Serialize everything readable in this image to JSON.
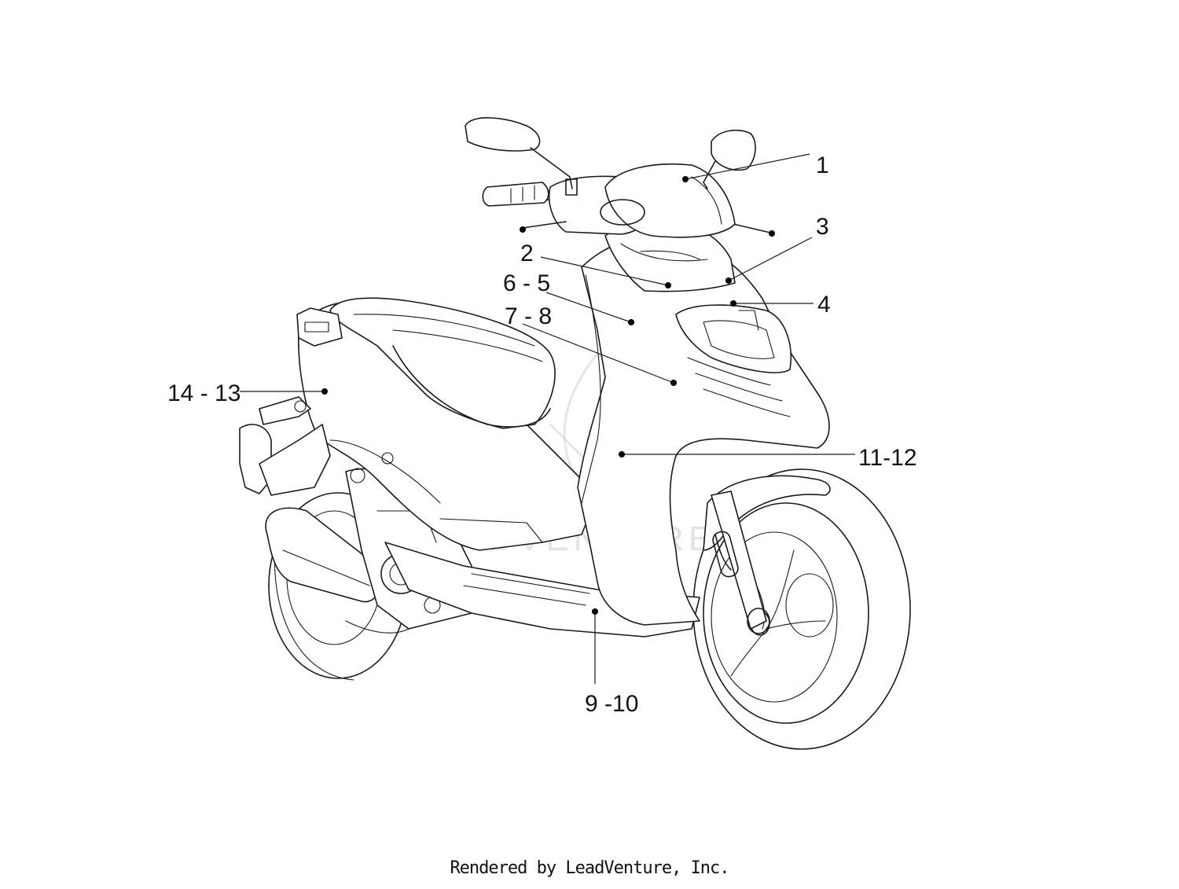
{
  "callouts": [
    {
      "label": "1"
    },
    {
      "label": "2"
    },
    {
      "label": "3"
    },
    {
      "label": "4"
    },
    {
      "label": "6 - 5"
    },
    {
      "label": "7 - 8"
    },
    {
      "label": "14 - 13"
    },
    {
      "label": "11-12"
    },
    {
      "label": "9 -10"
    }
  ],
  "watermark_text": "LEADVENTURE",
  "footer": "Rendered by LeadVenture, Inc."
}
